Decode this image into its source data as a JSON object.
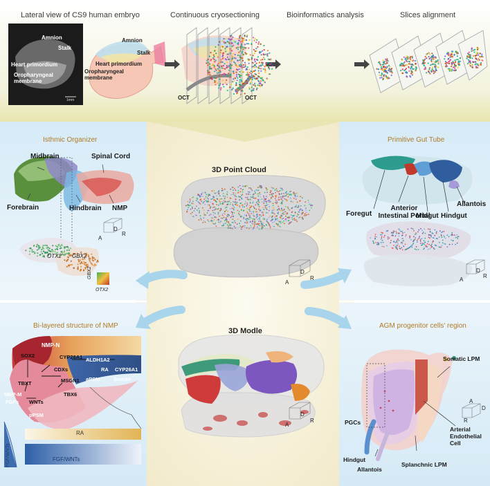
{
  "top": {
    "steps": [
      "Lateral view of CS9 human embryo",
      "Continuous cryosectioning",
      "Bioinformatics analysis",
      "Slices alignment"
    ],
    "photo_labels": {
      "amnion": "Amnion",
      "stalk": "Stalk",
      "heart": "Heart primordium",
      "oro": "Oropharyngeal membrane",
      "scale": "1mm"
    },
    "cartoon_labels": {
      "amnion": "Amnion",
      "stalk": "Stalk",
      "heart": "Heart primordium",
      "oro": "Oropharyngeal membrane"
    },
    "oct_left": "OCT",
    "oct_right": "OCT"
  },
  "center": {
    "point_cloud_title": "3D Point Cloud",
    "model_title": "3D Modle"
  },
  "isthmic": {
    "title": "Isthmic Organizer",
    "labels": {
      "midbrain": "Midbrain",
      "spinal": "Spinal Cord",
      "forebrain": "Forebrain",
      "hindbrain": "Hindbrain",
      "nmp": "NMP",
      "otx2": "OTX2",
      "gbx2": "GBX2"
    },
    "legend": {
      "gbx2": "GBX2",
      "otx2": "OTX2"
    }
  },
  "gut": {
    "title": "Primitive Gut Tube",
    "labels": {
      "foregut": "Foregut",
      "aip": "Anterior Intestinal Portal",
      "midgut": "Midgut",
      "hindgut": "Hindgut",
      "allantois": "Allantois"
    }
  },
  "nmp": {
    "title": "Bi-layered structure of NMP",
    "labels": {
      "nmpn": "NMP-N",
      "sox2": "SOX2",
      "cyp26a1": "CYP26A1",
      "cdxs": "CDXs",
      "aldh1a2": "ALDH1A2",
      "ra": "RA",
      "cyp26a1b": "CYP26A1",
      "tbxt": "TBXT",
      "msgn1": "MSGN1",
      "apsm": "aPSM",
      "somite": "Somite",
      "nmpm": "NMP-M",
      "fgfs": "FGFs",
      "wnts": "WNTs",
      "tbx6": "TBX6",
      "psm": "pPSM"
    },
    "gradient": {
      "ra": "RA",
      "fgf_bottom": "FGF/WNTs",
      "fgf_side": "FGF/WNTs"
    }
  },
  "agm": {
    "title": "AGM progenitor cells' region",
    "labels": {
      "somatic": "Somatic LPM",
      "pgcs": "PGCs",
      "arterial": "Arterial Endothelial Cell",
      "hindgut": "Hindgut",
      "allantois": "Allantois",
      "splanchnic": "Splanchnic LPM"
    }
  },
  "axes": {
    "a": "A",
    "d": "D",
    "r": "R"
  },
  "colors": {
    "accent_blue": "#9fd0ea",
    "panel_blue": "#d9ecf7",
    "gold": "#f2e9bd"
  }
}
